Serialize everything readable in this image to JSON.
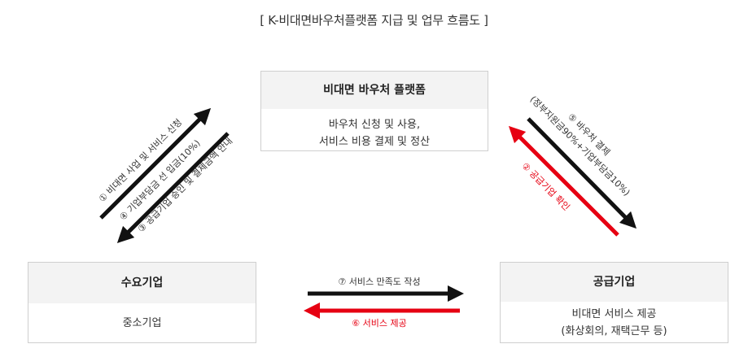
{
  "title": "[ K-비대면바우처플랫폼 지급 및 업무 흐름도 ]",
  "platform": {
    "name": "비대면 바우처 플랫폼",
    "desc_line1": "바우처 신청 및 사용,",
    "desc_line2": "서비스 비용 결제 및 정산"
  },
  "demand": {
    "name": "수요기업",
    "desc": "중소기업"
  },
  "supply": {
    "name": "공급기업",
    "desc_line1": "비대면 서비스 제공",
    "desc_line2": "(화상회의, 재택근무 등)"
  },
  "flows": {
    "step1": "① 비대면 사업 및 서비스 신청",
    "step4": "④ 기업부담금 선 입금(10%)",
    "step3": "③ 공급기업 승인 및 결제금액 안내",
    "step5_line1": "⑤ 바우처 결제",
    "step5_line2": "(정부지원금90%+기업부담금10%)",
    "step2": "② 공급기업 확인",
    "step7": "⑦ 서비스 만족도 작성",
    "step6": "⑥ 서비스 제공"
  },
  "colors": {
    "black_arrow": "#111111",
    "red_arrow": "#e60012",
    "red_text": "#e60012"
  }
}
